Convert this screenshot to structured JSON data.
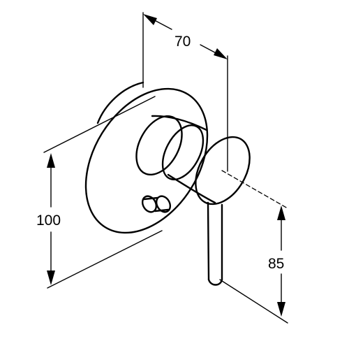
{
  "dimensions": {
    "width": "70",
    "height": "100",
    "lever_height": "85"
  }
}
